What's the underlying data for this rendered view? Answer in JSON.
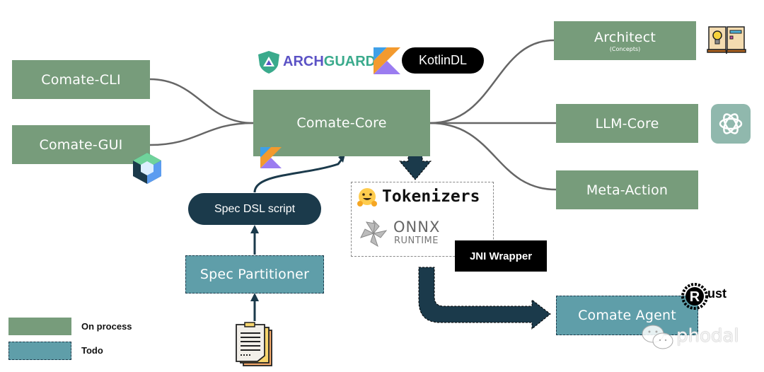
{
  "nodes": {
    "comate_cli": "Comate-CLI",
    "comate_gui": "Comate-GUI",
    "comate_core": "Comate-Core",
    "architect": "Architect",
    "architect_sub": "(Concepts)",
    "llm_core": "LLM-Core",
    "meta_action": "Meta-Action",
    "spec_dsl_script": "Spec DSL script",
    "spec_partitioner": "Spec Partitioner",
    "comate_agent": "Comate Agent",
    "tokenizers": "Tokenizers",
    "onnx": "ONNX",
    "onnx_runtime": "RUNTIME",
    "jni_wrapper": "JNI Wrapper",
    "kotlindl": "KotlinDL"
  },
  "logos": {
    "archguard_arch": "ARCH",
    "archguard_guard": "GUARD",
    "rust": "ust",
    "rust_r": "R"
  },
  "legend": {
    "items": [
      {
        "label": "On process",
        "color": "#779c7b",
        "style": "solid"
      },
      {
        "label": "Todo",
        "color": "#5f9ea9",
        "style": "dashed"
      }
    ]
  },
  "watermark": "phodal",
  "colors": {
    "on_process": "#779c7b",
    "todo": "#5f9ea9",
    "dark_navy": "#1b3a4b",
    "connector": "#666666"
  }
}
